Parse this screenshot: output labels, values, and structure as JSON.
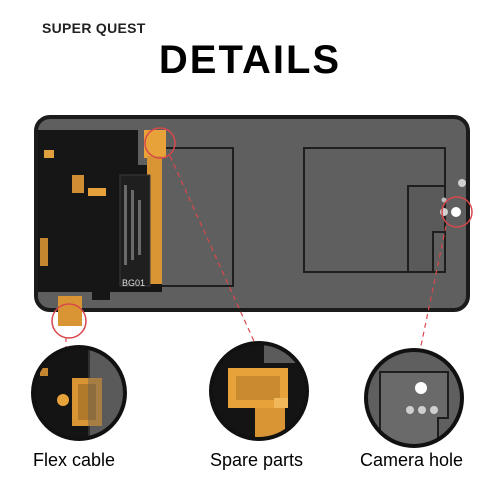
{
  "brand": "SUPER QUEST",
  "title": "DETAILS",
  "board_label": "BG01",
  "captions": {
    "flex_cable": "Flex cable",
    "spare_parts": "Spare parts",
    "camera_hole": "Camera hole"
  },
  "colors": {
    "panel": "#5f5f5f",
    "panel_edge": "#1c1c1c",
    "flex": "#e8a23a",
    "board": "#141414",
    "highlight": "#d8484c"
  }
}
